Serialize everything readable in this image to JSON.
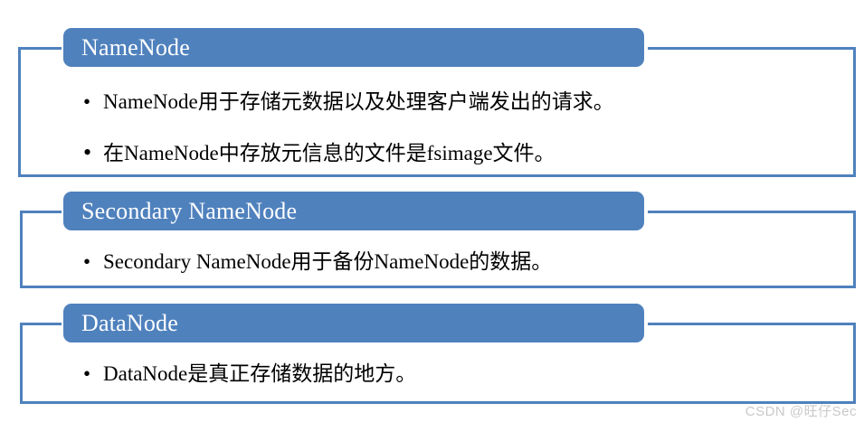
{
  "accent_color": "#4f81bd",
  "background_color": "#ffffff",
  "text_color": "#000000",
  "watermark": "CSDN @旺仔Sec",
  "sections": [
    {
      "id": "namenode",
      "title": "NameNode",
      "bullets": [
        {
          "marker": "•",
          "marker_size": "small",
          "text": "NameNode用于存储元数据以及处理客户端发出的请求。"
        },
        {
          "marker": "•",
          "marker_size": "large",
          "text": "在NameNode中存放元信息的文件是fsimage文件。"
        }
      ]
    },
    {
      "id": "secondary-namenode",
      "title": "Secondary NameNode",
      "bullets": [
        {
          "marker": "•",
          "marker_size": "small",
          "text": "Secondary NameNode用于备份NameNode的数据。"
        }
      ]
    },
    {
      "id": "datanode",
      "title": "DataNode",
      "bullets": [
        {
          "marker": "•",
          "marker_size": "small",
          "text": "DataNode是真正存储数据的地方。"
        }
      ]
    }
  ]
}
